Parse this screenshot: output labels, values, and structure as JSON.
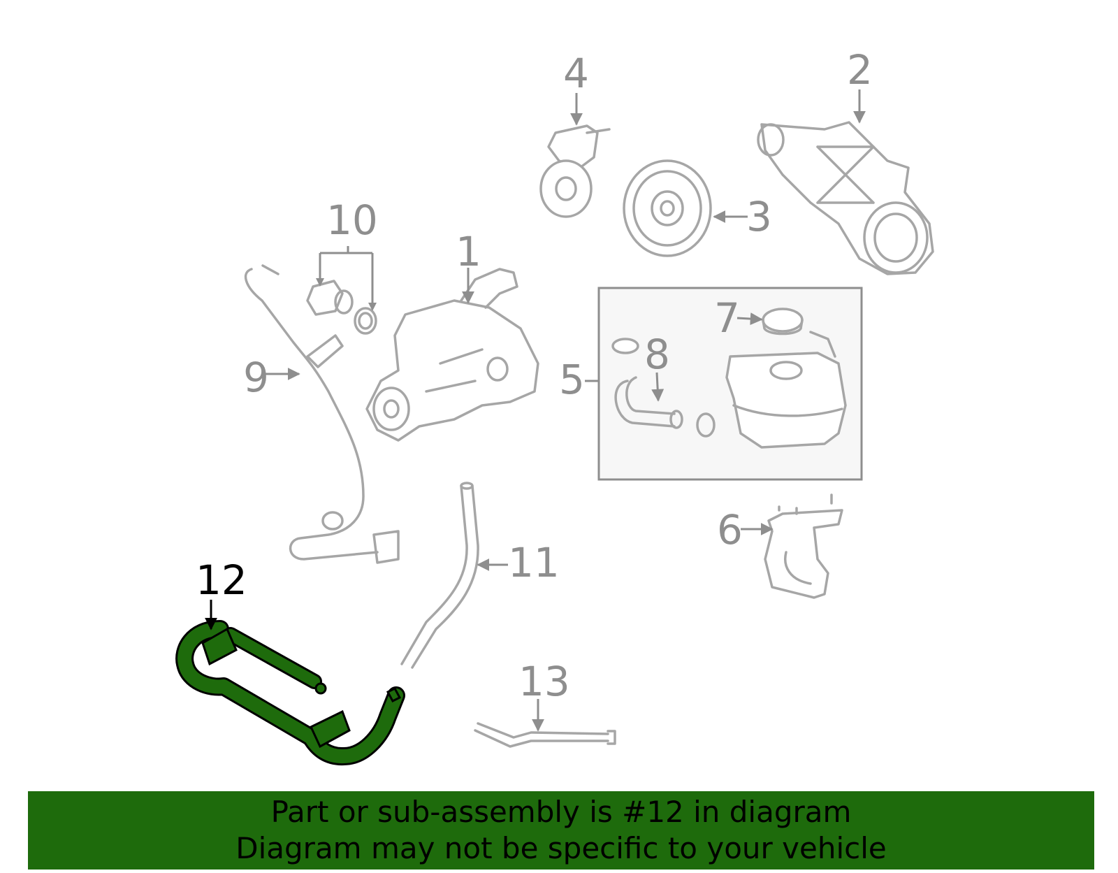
{
  "colors": {
    "highlight": "#1e6b0c",
    "part_outline": "#a6a6a6",
    "callout_text": "#8e8e8e",
    "active_callout": "#000000",
    "banner_background": "#1e6b0c",
    "reservoir_box_background": "#f7f7f7"
  },
  "callouts": {
    "c1": "1",
    "c2": "2",
    "c3": "3",
    "c4": "4",
    "c5": "5",
    "c6": "6",
    "c7": "7",
    "c8": "8",
    "c9": "9",
    "c10": "10",
    "c11": "11",
    "c12": "12",
    "c13": "13"
  },
  "highlighted_part": "12",
  "banner": {
    "line1": "Part or sub-assembly is #12 in diagram",
    "line2": "Diagram may not be specific to your vehicle"
  }
}
